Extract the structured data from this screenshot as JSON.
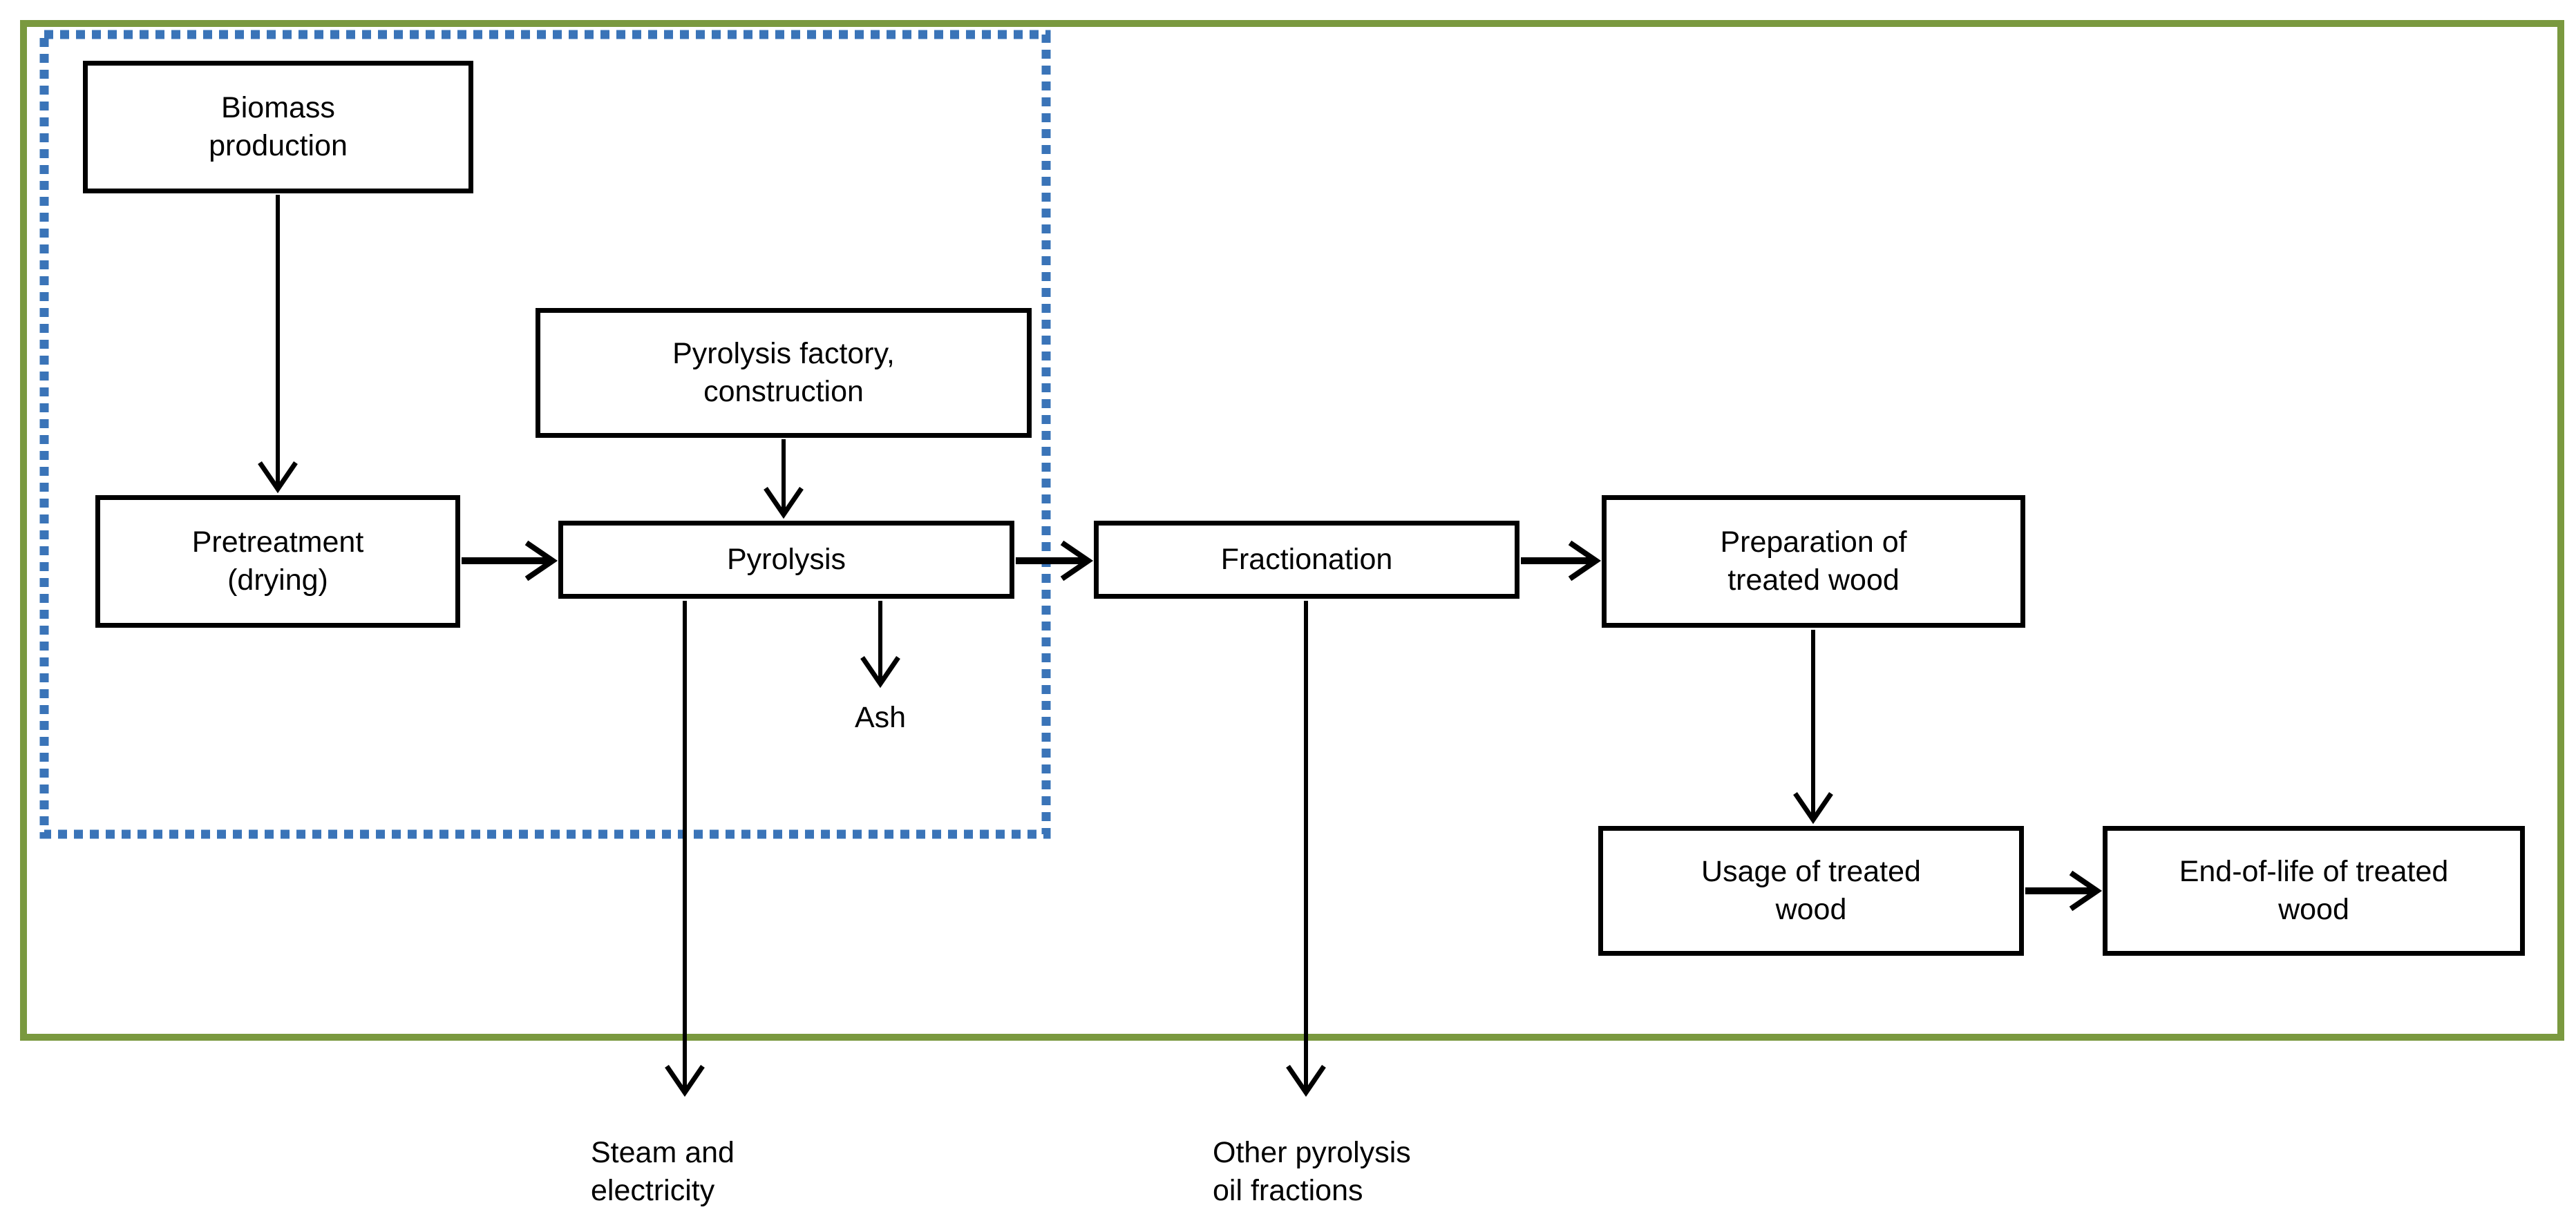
{
  "diagram": {
    "title": "Pyrolysis-based wood treatment life cycle flow diagram",
    "boxes": {
      "biomass": {
        "label": "Biomass\nproduction"
      },
      "factory": {
        "label": "Pyrolysis factory,\nconstruction"
      },
      "pretreatment": {
        "label": "Pretreatment\n(drying)"
      },
      "pyrolysis": {
        "label": "Pyrolysis"
      },
      "fractionation": {
        "label": "Fractionation"
      },
      "preparation": {
        "label": "Preparation of\ntreated wood"
      },
      "usage": {
        "label": "Usage of treated\nwood"
      },
      "endoflife": {
        "label": "End-of-life of treated\nwood"
      }
    },
    "outputs": {
      "ash": {
        "label": "Ash"
      },
      "steam": {
        "label": "Steam and\nelectricity"
      },
      "other": {
        "label": "Other pyrolysis\noil fractions"
      }
    }
  },
  "colors": {
    "outer_boundary_green": "#7A993F",
    "system_boundary_blue": "#3A74B8",
    "box_border_black": "#000000",
    "background_white": "#FFFFFF"
  }
}
